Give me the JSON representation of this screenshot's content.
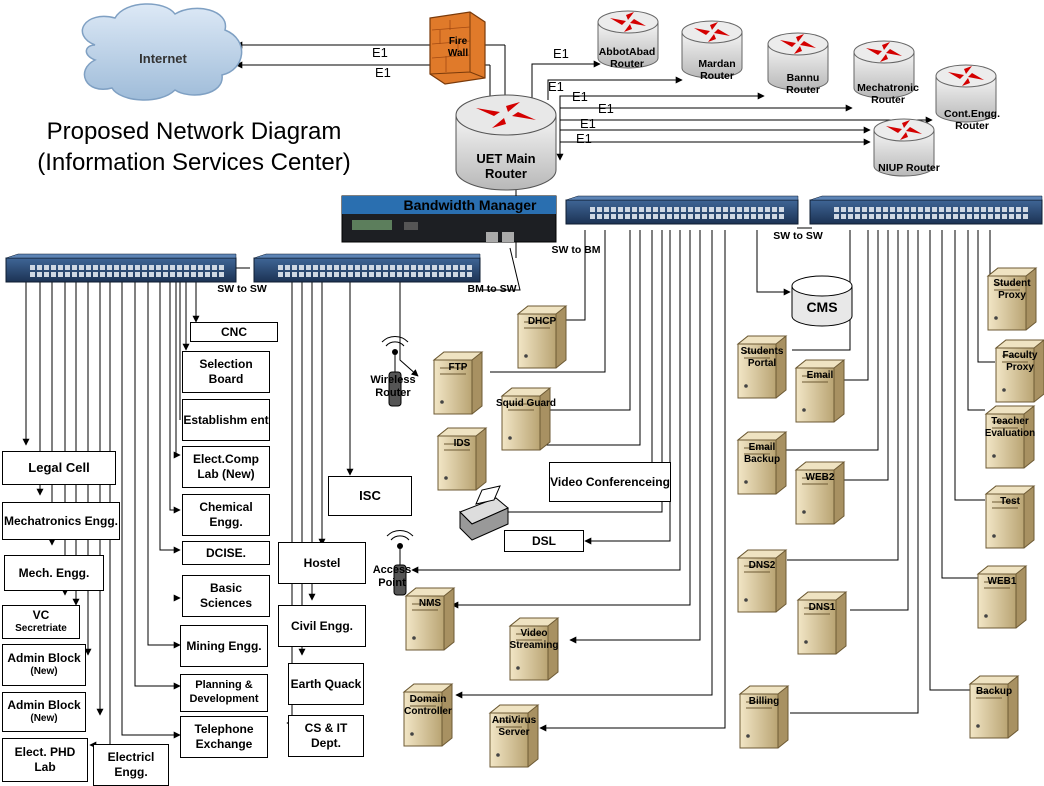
{
  "title": {
    "line1": "Proposed Network Diagram",
    "line2": "(Information Services Center)"
  },
  "internet": "Internet",
  "firewall": "Fire Wall",
  "link_labels": {
    "e1": "E1",
    "sw_to_sw": "SW to SW",
    "sw_to_bm": "SW to BM",
    "bm_to_sw": "BM  to SW"
  },
  "main_router": "UET Main Router",
  "bandwidth_manager": "Bandwidth Manager",
  "routers": [
    "AbbotAbad Router",
    "Mardan Router",
    "Bannu Router",
    "Mechatronic Router",
    "Cont.Engg. Router",
    "NIUP Router"
  ],
  "departments": {
    "legal_cell": "Legal Cell",
    "mechatronics": "Mechatronics Engg.",
    "mech": "Mech. Engg.",
    "vc_secretariat": "VC",
    "vc_secretariat_sub": "Secretriate",
    "admin_block_1": "Admin Block",
    "admin_block_1_sub": "(New)",
    "admin_block_2": "Admin Block",
    "admin_block_2_sub": "(New)",
    "elect_phd_lab": "Elect. PHD Lab",
    "electricl": "Electricl Engg.",
    "cnc": "CNC",
    "selection_board": "Selection Board",
    "establishment": "Establishm ent",
    "elect_comp_lab": "Elect.Comp Lab (New)",
    "chemical": "Chemical Engg.",
    "dcise": "DCISE.",
    "basic_sciences": "Basic Sciences",
    "mining": "Mining Engg.",
    "planning": "Planning & Development",
    "telephone": "Telephone Exchange",
    "hostel": "Hostel",
    "civil": "Civil Engg.",
    "earth_quack": "Earth Quack",
    "cs_it": "CS & IT Dept.",
    "isc": "ISC"
  },
  "devices": {
    "wireless_router": "Wireless Router",
    "access_point": "Access Point",
    "video_conf": "Video Conferenceing",
    "dsl": "DSL",
    "cms": "CMS"
  },
  "servers": {
    "dhcp": "DHCP",
    "ftp": "FTP",
    "squid_guard": "Squid Guard",
    "ids": "IDS",
    "nms": "NMS",
    "video_streaming": "Video Streaming",
    "domain_controller": "Domain Controller",
    "antivirus": "AntiVirus Server",
    "students_portal": "Students Portal",
    "email": "Email",
    "email_backup": "Email Backup",
    "web2": "WEB2",
    "dns2": "DNS2",
    "dns1": "DNS1",
    "billing": "Billing",
    "student_proxy": "Student Proxy",
    "faculty_proxy": "Faculty Proxy",
    "teacher_eval": "Teacher Evaluation",
    "test": "Test",
    "web1": "WEB1",
    "backup": "Backup"
  },
  "colors": {
    "router": "#cc0000",
    "switch": "#26456e",
    "firewall": "#e07a2a",
    "server": "#d8c69a",
    "cloud": "#c8dcef"
  }
}
